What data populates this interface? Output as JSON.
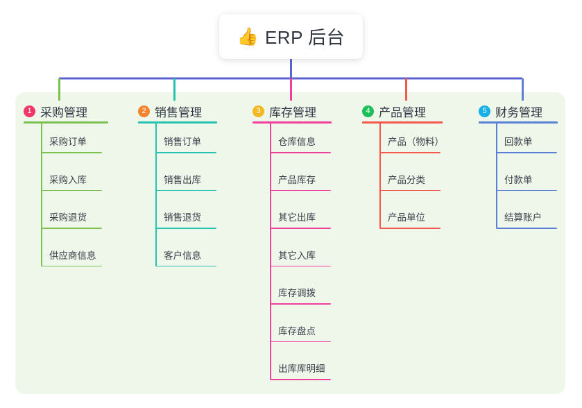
{
  "root": {
    "icon": "thumbs-up-emoji",
    "emoji": "👍",
    "title": "ERP 后台"
  },
  "theme": {
    "panel_bg": "#eef7ea",
    "page_bg": "#ffffff",
    "trunk_color": "#5b63cf",
    "text_color": "#2f3542"
  },
  "branches": [
    {
      "number": "1",
      "label": "采购管理",
      "badge_color": "#f0366a",
      "line_color": "#7cc14e",
      "items": [
        {
          "label": "采购订单"
        },
        {
          "label": "采购入库"
        },
        {
          "label": "采购退货"
        },
        {
          "label": "供应商信息"
        }
      ]
    },
    {
      "number": "2",
      "label": "销售管理",
      "badge_color": "#f5842f",
      "line_color": "#23c3b0",
      "items": [
        {
          "label": "销售订单"
        },
        {
          "label": "销售出库"
        },
        {
          "label": "销售退货"
        },
        {
          "label": "客户信息"
        }
      ]
    },
    {
      "number": "3",
      "label": "库存管理",
      "badge_color": "#f5b722",
      "line_color": "#ef3f9a",
      "items": [
        {
          "label": "仓库信息"
        },
        {
          "label": "产品库存"
        },
        {
          "label": "其它出库"
        },
        {
          "label": "其它入库"
        },
        {
          "label": "库存调拨"
        },
        {
          "label": "库存盘点"
        },
        {
          "label": "出库库明细"
        }
      ]
    },
    {
      "number": "4",
      "label": "产品管理",
      "badge_color": "#1cbf59",
      "line_color": "#f4584f",
      "items": [
        {
          "label": "产品（物料）"
        },
        {
          "label": "产品分类"
        },
        {
          "label": "产品单位"
        }
      ]
    },
    {
      "number": "5",
      "label": "财务管理",
      "badge_color": "#16b0e8",
      "line_color": "#5b7fd4",
      "items": [
        {
          "label": "回款单"
        },
        {
          "label": "付款单"
        },
        {
          "label": "结算账户"
        }
      ]
    }
  ]
}
